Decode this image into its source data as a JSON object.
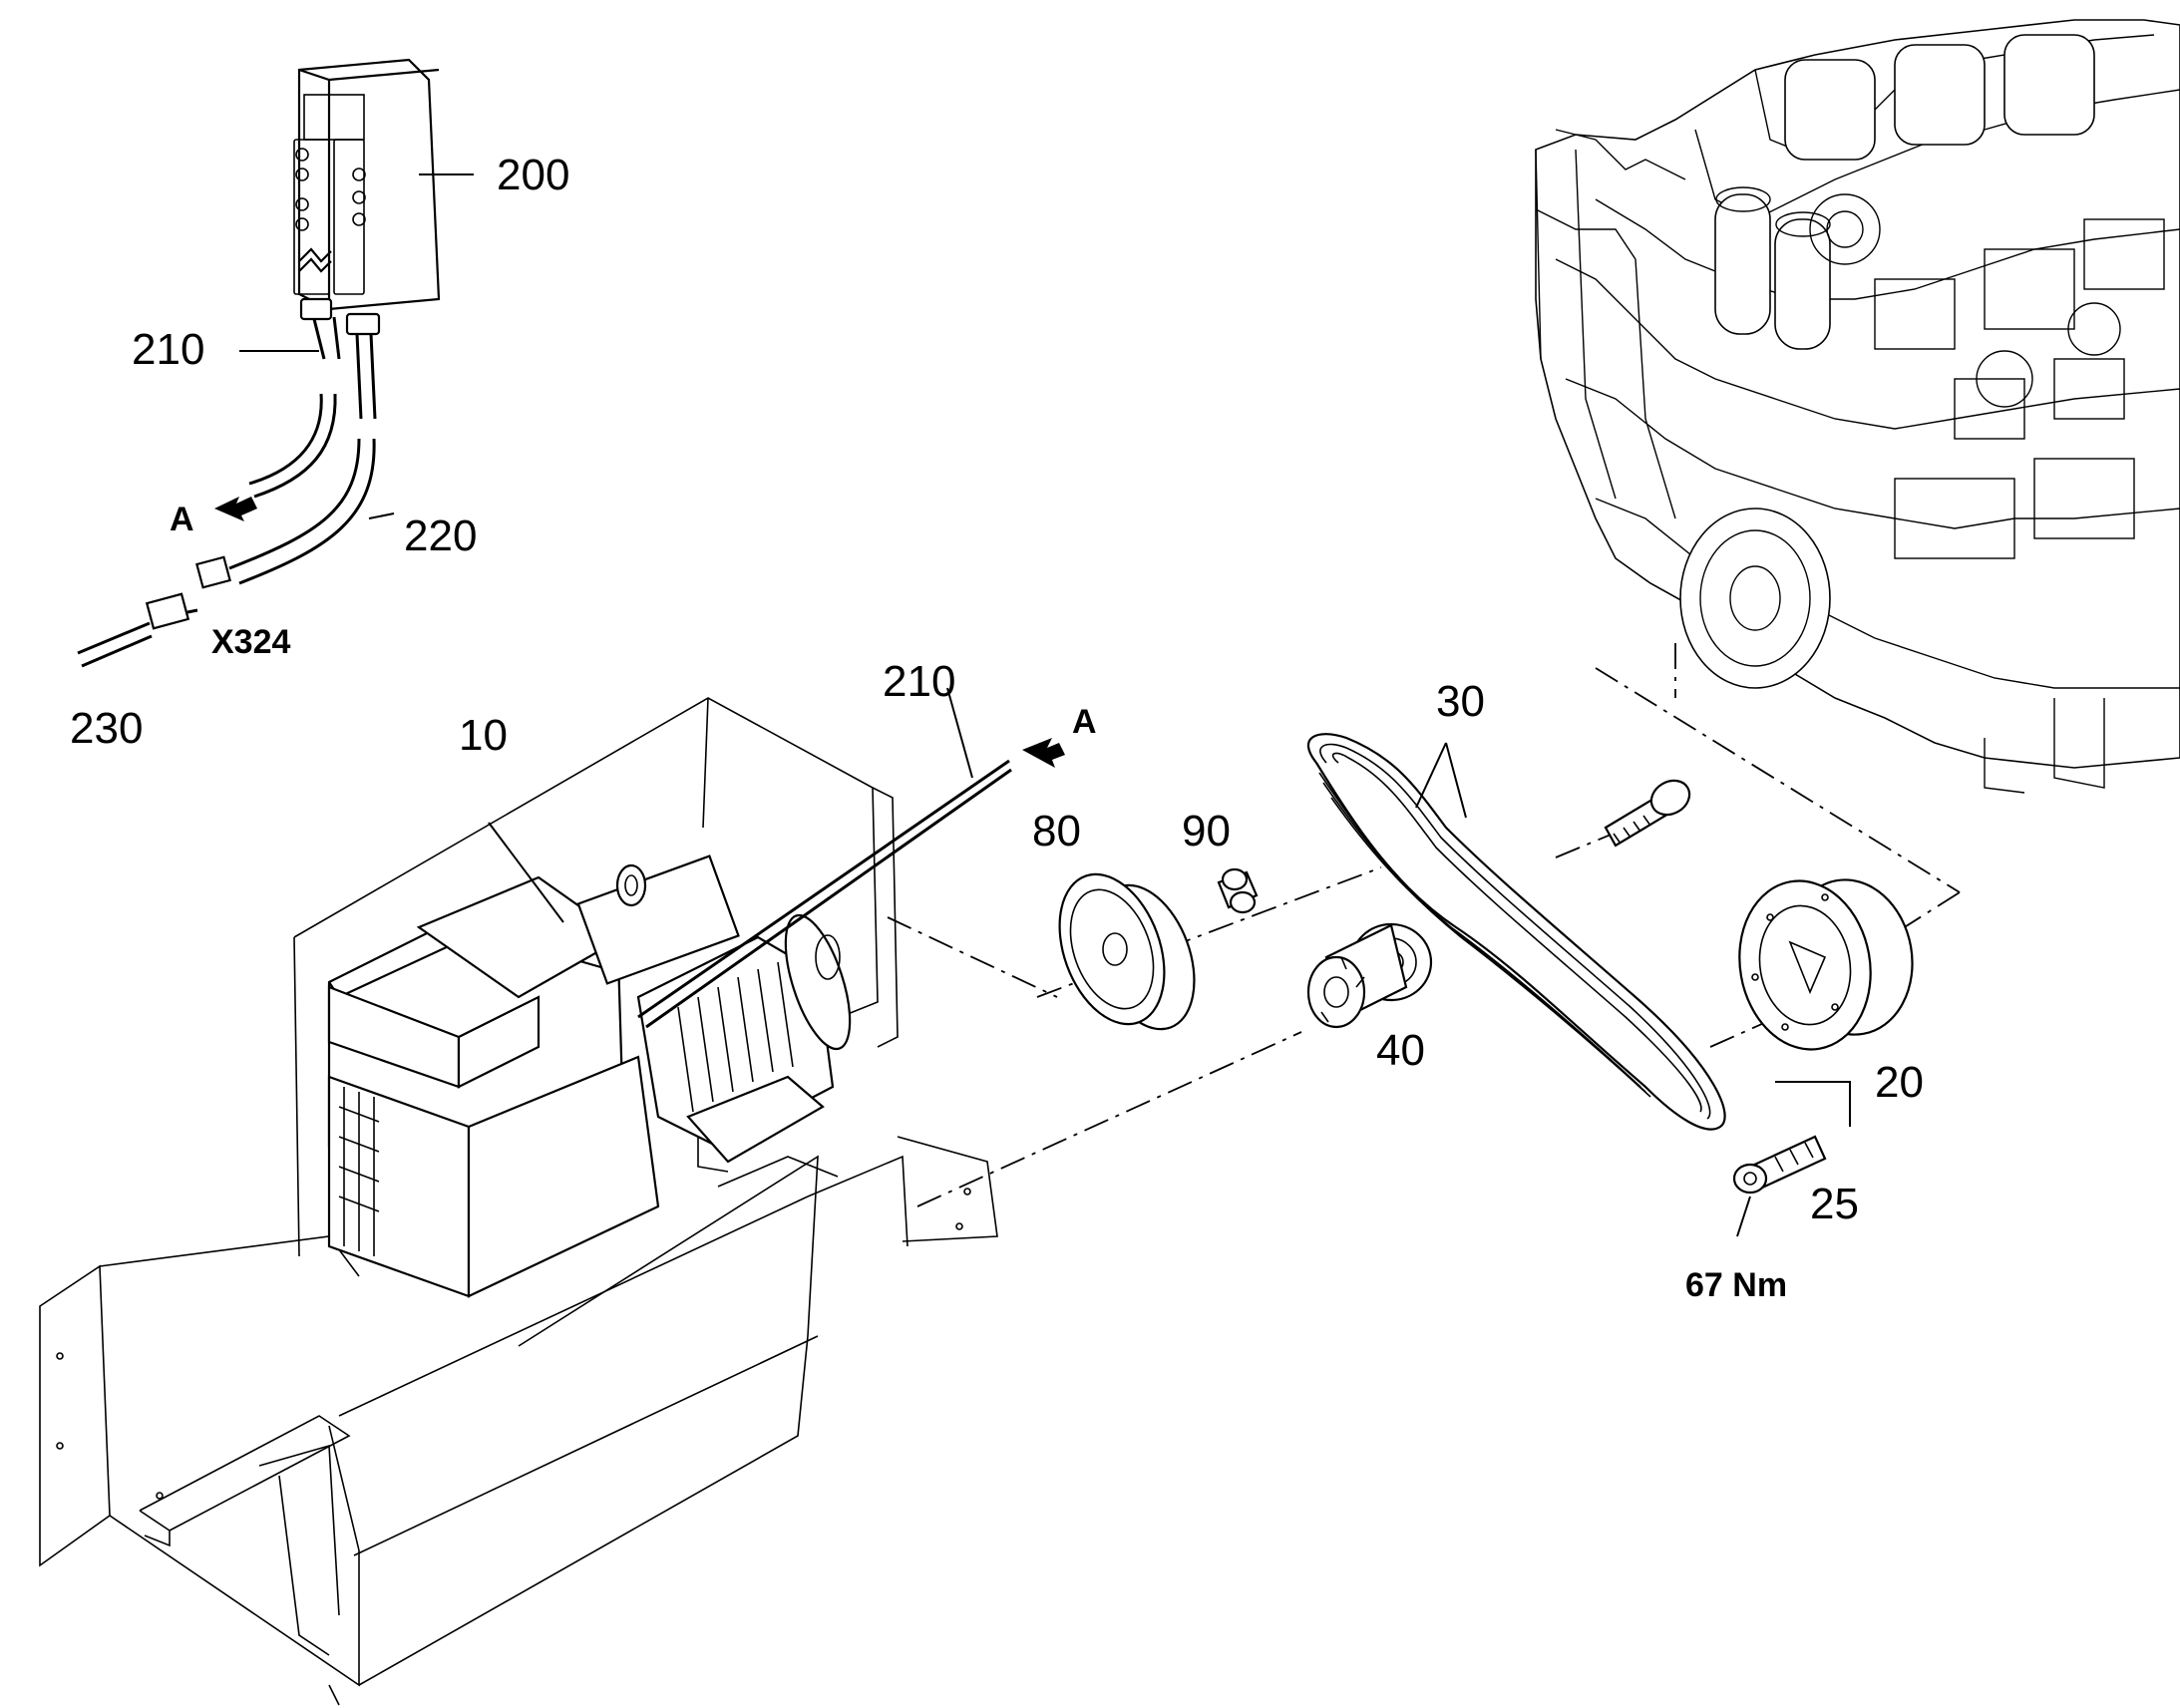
{
  "callouts": {
    "c200": "200",
    "c210_top": "210",
    "c220": "220",
    "c230": "230",
    "connector": "X324",
    "arrow_a_top": "A",
    "c10": "10",
    "c210_mid": "210",
    "arrow_a_mid": "A",
    "c80": "80",
    "c90": "90",
    "c30": "30",
    "c40": "40",
    "c20": "20",
    "c25": "25",
    "torque": "67 Nm"
  },
  "icons": {
    "control_box": "remote-control-panel-icon",
    "alternator": "generator-motor-icon",
    "pulley": "pulley-icon",
    "belt": "drive-belt-icon",
    "tensioner": "belt-tensioner-icon",
    "engine": "engine-block-icon",
    "bolt": "bolt-icon",
    "arrow": "view-arrow-icon"
  }
}
